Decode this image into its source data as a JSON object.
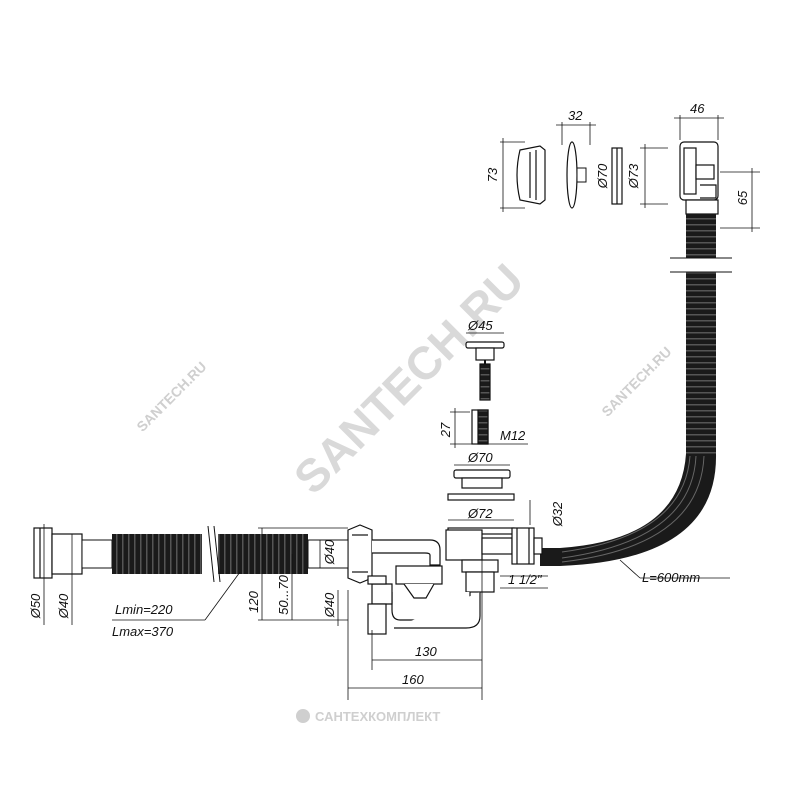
{
  "drawing": {
    "dims": {
      "d32": "32",
      "d46": "46",
      "d73": "73",
      "d70": "Ø70",
      "d73b": "Ø73",
      "d65": "65",
      "d45": "Ø45",
      "d27": "27",
      "m12": "M12",
      "d70b": "Ø70",
      "d72": "Ø72",
      "d32b": "Ø32",
      "d50": "Ø50",
      "d40a": "Ø40",
      "d40b": "Ø40",
      "d40c": "Ø40",
      "h120": "120",
      "h5070": "50...70",
      "thread": "1 1/2\"",
      "w130": "130",
      "w160": "160",
      "len": "L=600mm",
      "lmin": "Lmin=220",
      "lmax": "Lmax=370"
    },
    "watermarks": {
      "main": "SANTECH.RU",
      "small_left": "SANTECH.RU",
      "small_right": "SANTECH.RU",
      "bottom": "САНТЕХКОМПЛЕКТ"
    }
  }
}
